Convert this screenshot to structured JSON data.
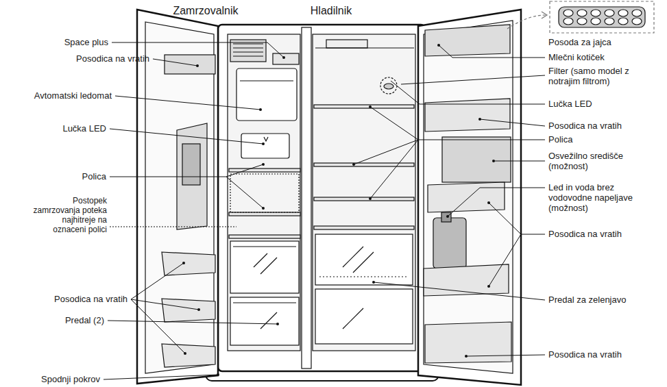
{
  "diagram": {
    "labels": [
      "Zamrzovalnik",
      "Hladilnik",
      "Space plus",
      "Posodica na vratih",
      "Avtomatski ledomat",
      "Lučka LED",
      "Polica",
      "Postopek zamrzovanja poteka najhitreje na oznaceni polici",
      "Posodica na vratih",
      "Predal (2)",
      "Spodnji pokrov",
      "Posoda za jajca",
      "Mlečni kotiček",
      "Filter (samo model z notrajim filtrom)",
      "Lučka LED",
      "Posodica na vratih",
      "Polica",
      "Osvežilno središče (možnost)",
      "Led in voda brez vodovodne napeljave (možnost)",
      "Posodica na vratih",
      "Predal za zelenjavo",
      "Posodica na vratih"
    ]
  }
}
